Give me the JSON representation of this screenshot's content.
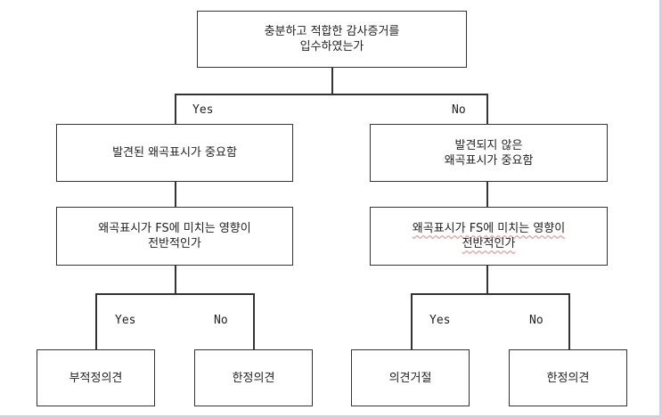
{
  "nodes": {
    "root": {
      "line1": "충분하고 적합한 감사증거를",
      "line2": "입수하였는가"
    },
    "left_q": {
      "line1": "발견된 왜곡표시가 중요함"
    },
    "right_q": {
      "line1": "발견되지 않은",
      "line2": "왜곡표시가 중요함"
    },
    "left_q2": {
      "line1": "왜곡표시가 FS에 미치는 영향이",
      "line2": "전반적인가"
    },
    "right_q2": {
      "line1": "왜곡표시가 FS에 미치는 영향이",
      "line2": "전반적인가"
    },
    "leaf1": {
      "line1": "부적정의견"
    },
    "leaf2": {
      "line1": "한정의견"
    },
    "leaf3": {
      "line1": "의견거절"
    },
    "leaf4": {
      "line1": "한정의견"
    }
  },
  "labels": {
    "top_yes": "Yes",
    "top_no": "No",
    "left_yes": "Yes",
    "left_no": "No",
    "right_yes": "Yes",
    "right_no": "No"
  }
}
